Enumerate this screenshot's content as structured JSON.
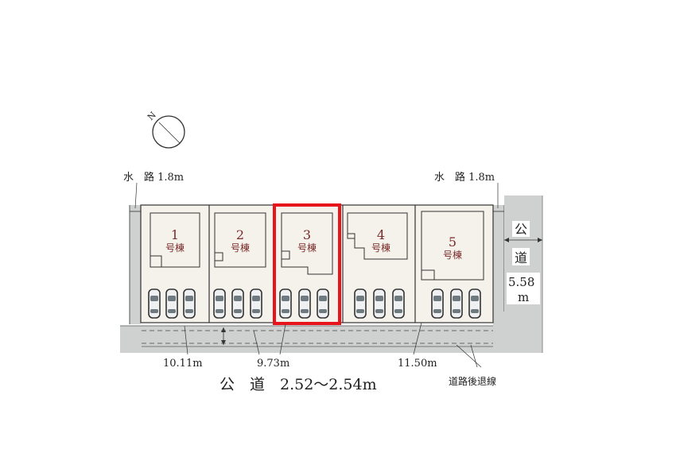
{
  "compass": {
    "north_label": "N"
  },
  "waterway_left": "水　路 1.8m",
  "waterway_right": "水　路 1.8m",
  "side_road": {
    "char1": "公",
    "char2": "道",
    "width": "5.58",
    "unit": "m"
  },
  "front_road": "公　道　2.52〜2.54m",
  "dimensions": [
    "10.11m",
    "9.73m",
    "11.50m"
  ],
  "setback_label": "道路後退線",
  "lots": [
    {
      "number": "1",
      "suffix": "号棟",
      "selected": false
    },
    {
      "number": "2",
      "suffix": "号棟",
      "selected": false
    },
    {
      "number": "3",
      "suffix": "号棟",
      "selected": true
    },
    {
      "number": "4",
      "suffix": "号棟",
      "selected": false
    },
    {
      "number": "5",
      "suffix": "号棟",
      "selected": false
    }
  ],
  "colors": {
    "lot_fill": "#f4f2ea",
    "road_fill": "#cfd0d0",
    "highlight": "#e8141b",
    "house_label": "#7a2a2a"
  }
}
